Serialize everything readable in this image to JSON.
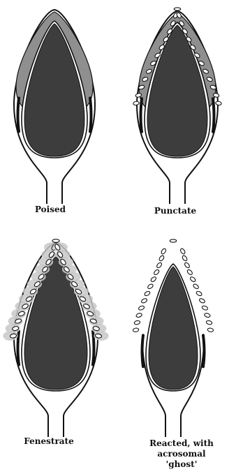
{
  "figure": {
    "panels": [
      {
        "id": "poised",
        "label_lines": [
          "Poised"
        ]
      },
      {
        "id": "punctate",
        "label_lines": [
          "Punctate"
        ]
      },
      {
        "id": "fenestrate",
        "label_lines": [
          "Fenestrate"
        ]
      },
      {
        "id": "reacted",
        "label_lines": [
          "Reacted, with",
          "acrosomal",
          "'ghost'"
        ]
      }
    ]
  },
  "colors": {
    "ink": "#111111",
    "nucleus": "#3d3d3d",
    "acrosome_fill": "#8f8f8f",
    "vesicle_halo": "#c8c8c8",
    "paper": "#ffffff"
  }
}
